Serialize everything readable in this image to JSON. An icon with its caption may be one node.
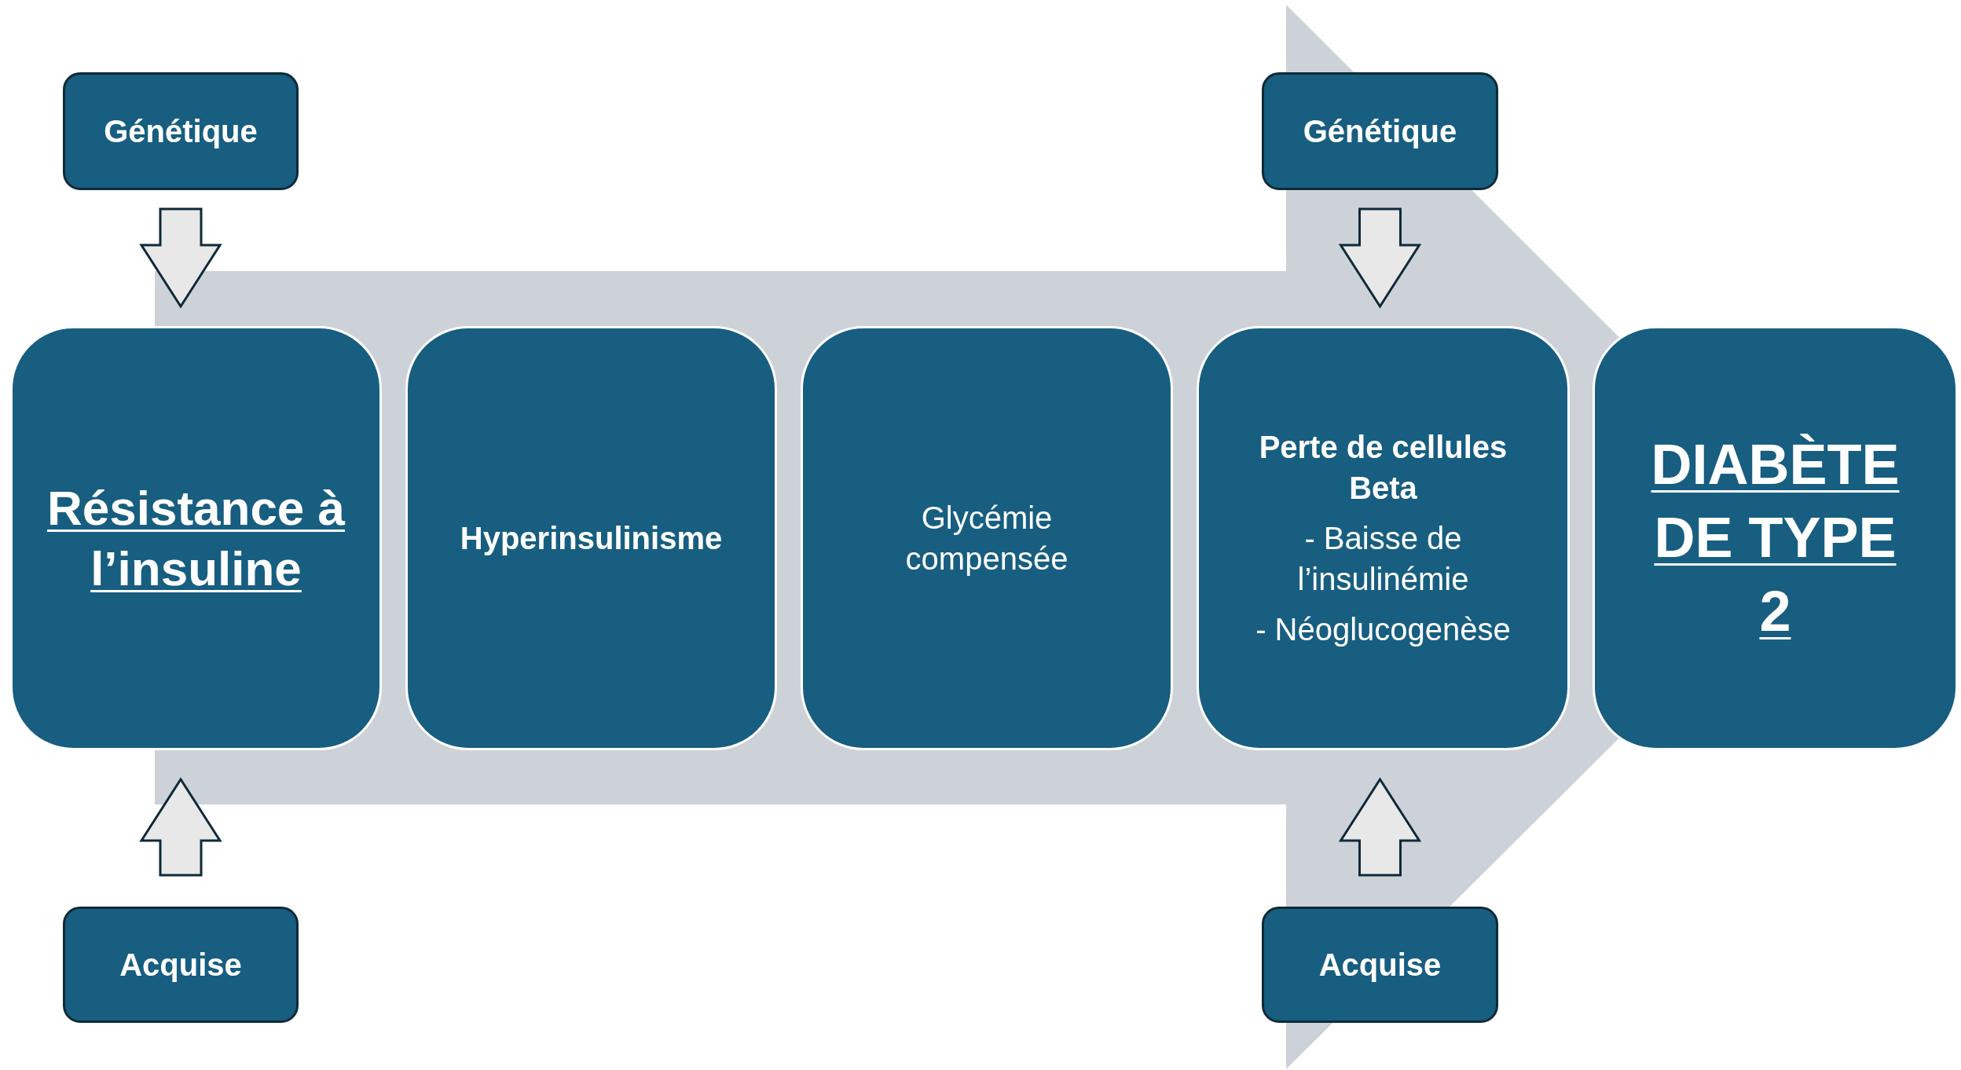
{
  "diagram": {
    "nodes": [
      {
        "text": [
          "Génétique"
        ]
      },
      {
        "text": [
          "Acquise"
        ]
      },
      {
        "text": [
          "Résistance à l’insuline"
        ]
      },
      {
        "text": [
          "Hyperinsulinisme"
        ]
      },
      {
        "text": [
          "Glycémie compensée"
        ]
      },
      {
        "text": [
          "Perte de cellules Beta",
          "- Baisse de l’insulinémie",
          "- Néoglucogenèse"
        ]
      },
      {
        "text": [
          "DIABÈTE DE TYPE 2"
        ]
      },
      {
        "text": [
          "Génétique"
        ]
      },
      {
        "text": [
          "Acquise"
        ]
      }
    ],
    "edges": [
      {
        "from": 0,
        "to": 2,
        "arrow": "to"
      },
      {
        "from": 1,
        "to": 2,
        "arrow": "to"
      },
      {
        "from": 7,
        "to": 5,
        "arrow": "to"
      },
      {
        "from": 8,
        "to": 5,
        "arrow": "to"
      },
      {
        "from": 2,
        "to": 6,
        "arrow": "to"
      }
    ]
  }
}
